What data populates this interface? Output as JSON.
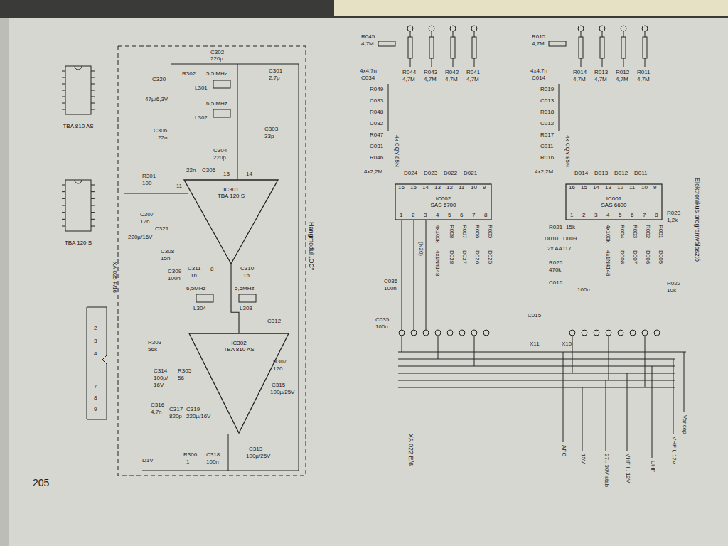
{
  "diagram": {
    "nodes": [
      {
        "text": [
          "Hangmodul „OC”"
        ]
      },
      {
        "text": [
          "IC301",
          "TBA 120 S"
        ],
        "in": 0
      },
      {
        "text": [
          "IC302",
          "TBA 810 AS"
        ],
        "in": 0
      },
      {
        "text": [
          "TBA 810 AS"
        ]
      },
      {
        "text": [
          "TBA 120 S"
        ]
      },
      {
        "text": [
          "IC002",
          "SAS 6700"
        ]
      },
      {
        "text": [
          "IC001",
          "SAS 6600"
        ]
      }
    ],
    "edges": [
      {
        "from": 1,
        "to": 2,
        "arrow": "none"
      }
    ],
    "labels": [
      "C301",
      "2,7p",
      "C302",
      "220p",
      "5,5 MHz",
      "L301",
      "6,5 MHz",
      "L302",
      "C303",
      "33p",
      "C320",
      "47µ/6,3V",
      "R302",
      "C306",
      "22n",
      "C304",
      "220p",
      "22n",
      "C305",
      "R301",
      "100",
      "11",
      "13",
      "14",
      "8",
      "C307",
      "12n",
      "C321",
      "220µ/16V",
      "C308",
      "15n",
      "C309",
      "100n",
      "C311",
      "1n",
      "C310",
      "1n",
      "6,5MHz",
      "5,5MHz",
      "L304",
      "L303",
      "R303",
      "56k",
      "C312",
      "R307",
      "120",
      "C315",
      "100µ/25V",
      "C314",
      "100µ/",
      "16V",
      "R305",
      "56",
      "C316",
      "4,7n",
      "C317",
      "820p",
      "C319",
      "220µ/16V",
      "C313",
      "100µ/25V",
      "R306",
      "1",
      "C318",
      "100n",
      "D1V",
      "XA 025 F/16",
      "2",
      "3",
      "4",
      "7",
      "8",
      "9",
      "205",
      "R045",
      "4,7M",
      "4x4,7n",
      "C034",
      "R044",
      "4,7M",
      "R043",
      "4,7M",
      "R042",
      "4,7M",
      "R041",
      "4,7M",
      "R049",
      "C033",
      "R048",
      "C032",
      "R047",
      "C031",
      "R046",
      "4x2,2M",
      "4x CQY 85N",
      "D024",
      "D023",
      "D022",
      "D021",
      "16",
      "15",
      "14",
      "13",
      "12",
      "11",
      "10",
      "9",
      "1",
      "2",
      "3",
      "4",
      "5",
      "6",
      "7",
      "8",
      "R008",
      "R007",
      "R006",
      "R005",
      "4x100k",
      "(N20)",
      "D028",
      "D027",
      "D026",
      "D025",
      "4x1N4148",
      "C036",
      "100n",
      "C035",
      "100n",
      "R015",
      "4,7M",
      "4x4,7n",
      "C014",
      "R014",
      "4,7M",
      "R013",
      "4,7M",
      "R012",
      "4,7M",
      "R011",
      "4,7M",
      "R019",
      "C013",
      "R018",
      "C012",
      "R017",
      "C011",
      "R016",
      "4x2,2M",
      "4x CQY 85N",
      "D014",
      "D013",
      "D012",
      "D011",
      "16",
      "15",
      "14",
      "13",
      "12",
      "11",
      "10",
      "9",
      "1",
      "2",
      "3",
      "4",
      "5",
      "6",
      "7",
      "8",
      "R021",
      "15k",
      "D010",
      "D009",
      "2x AA117",
      "R004",
      "R003",
      "R002",
      "R001",
      "4x100k",
      "D008",
      "D007",
      "D006",
      "D005",
      "4x1N4148",
      "R020",
      "470k",
      "C016",
      "100n",
      "C015",
      "R022",
      "10k",
      "R023",
      "1,2k",
      "X11",
      "X10",
      "Elektronikus programválasztó",
      "XA 022 E/6",
      "AFC",
      "15V",
      "27...30V stab.",
      "VHF II, 12V",
      "UHF",
      "VHF I, 12V",
      "Varicap"
    ]
  }
}
